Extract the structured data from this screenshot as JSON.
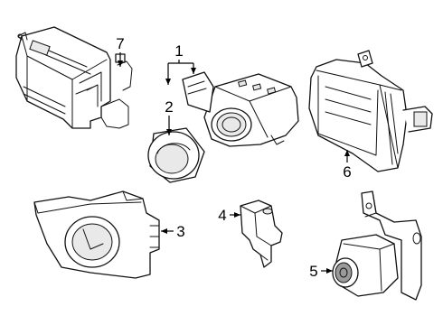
{
  "callouts": [
    {
      "id": "1",
      "text": "1"
    },
    {
      "id": "2",
      "text": "2"
    },
    {
      "id": "3",
      "text": "3"
    },
    {
      "id": "4",
      "text": "4"
    },
    {
      "id": "5",
      "text": "5"
    },
    {
      "id": "6",
      "text": "6"
    },
    {
      "id": "7",
      "text": "7"
    }
  ],
  "colors": {
    "line": "#111111",
    "fill": "#ffffff",
    "background": "#ffffff"
  }
}
